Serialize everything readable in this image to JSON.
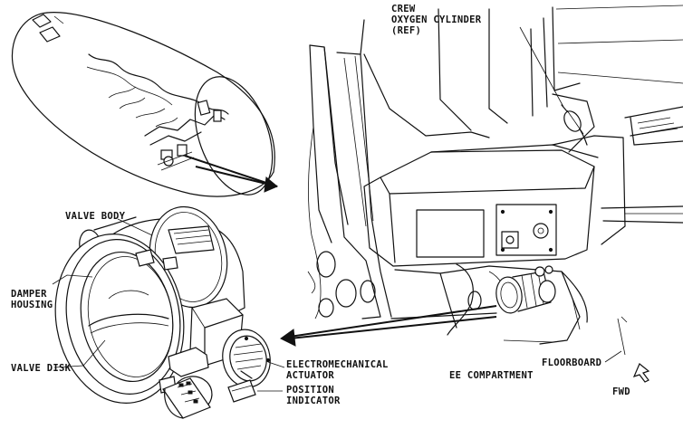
{
  "labels": {
    "crew_oxygen_line1": "CREW",
    "crew_oxygen_line2": "OXYGEN CYLINDER",
    "crew_oxygen_line3": "(REF)",
    "valve_body": "VALVE BODY",
    "damper_housing_line1": "DAMPER",
    "damper_housing_line2": "HOUSING",
    "valve_disk": "VALVE DISK",
    "electromechanical_line1": "ELECTROMECHANICAL",
    "electromechanical_line2": "ACTUATOR",
    "position_indicator_line1": "POSITION",
    "position_indicator_line2": "INDICATOR",
    "floorboard": "FLOORBOARD",
    "ee_compartment": "EE COMPARTMENT",
    "fwd": "FWD"
  },
  "colors": {
    "ink": "#111111",
    "background": "#ffffff"
  }
}
